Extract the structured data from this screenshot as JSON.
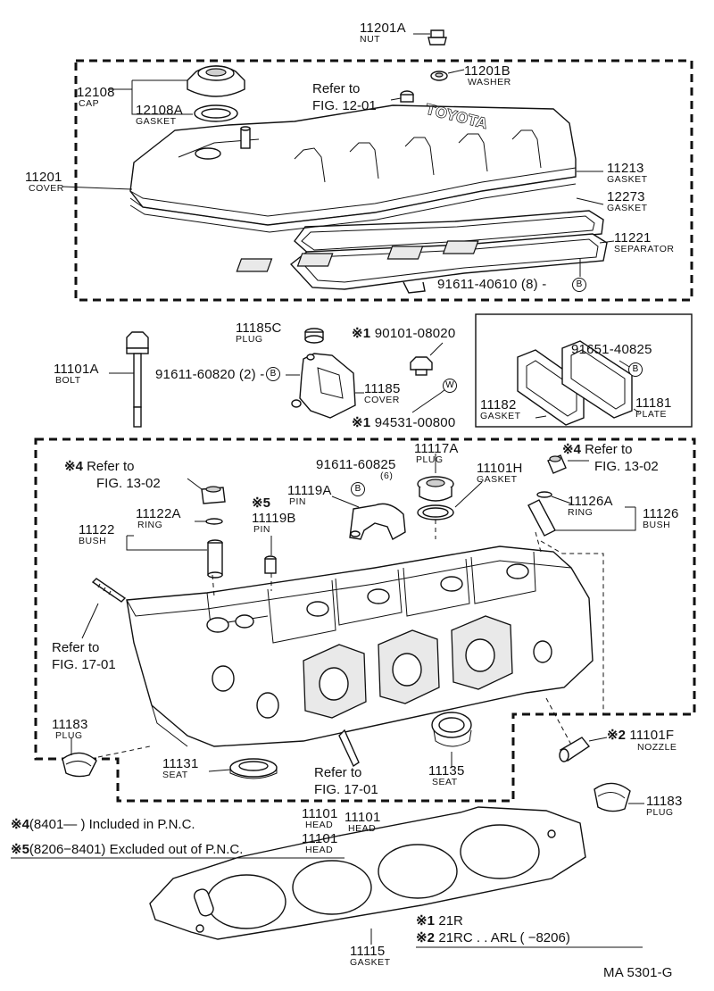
{
  "parts": {
    "p11201A": {
      "num": "11201A",
      "name": "NUT"
    },
    "p11201B": {
      "num": "11201B",
      "name": "WASHER"
    },
    "p12108": {
      "num": "12108",
      "name": "CAP"
    },
    "p12108A": {
      "num": "12108A",
      "name": "GASKET"
    },
    "p11201": {
      "num": "11201",
      "name": "COVER"
    },
    "p11213": {
      "num": "11213",
      "name": "GASKET"
    },
    "p12273": {
      "num": "12273",
      "name": "GASKET"
    },
    "p11221": {
      "num": "11221",
      "name": "SEPARATOR"
    },
    "p91611_40610": {
      "num": "91611-40610 (8)",
      "circle": "B"
    },
    "p11185C": {
      "num": "11185C",
      "name": "PLUG"
    },
    "p90101": {
      "mark": "※1",
      "num": "90101-08020"
    },
    "p91651": {
      "num": "91651-40825",
      "circle": "B"
    },
    "p11101A": {
      "num": "11101A",
      "name": "BOLT"
    },
    "p91611_60820": {
      "num": "91611-60820 (2)",
      "circle": "B"
    },
    "p11185": {
      "num": "11185",
      "name": "COVER"
    },
    "p94531": {
      "mark": "※1",
      "num": "94531-00800",
      "circle": "W"
    },
    "p11182": {
      "num": "11182",
      "name": "GASKET"
    },
    "p11181": {
      "num": "11181",
      "name": "PLATE"
    },
    "p11117A": {
      "num": "11117A",
      "name": "PLUG"
    },
    "p91611_60825": {
      "num": "91611-60825",
      "qty": "(6)",
      "circle": "B"
    },
    "p11101H": {
      "num": "11101H",
      "name": "GASKET"
    },
    "p11119A": {
      "num": "11119A",
      "name": "PIN"
    },
    "p11119B": {
      "mark": "※5",
      "num": "11119B",
      "name": "PIN"
    },
    "p11122A": {
      "num": "11122A",
      "name": "RING"
    },
    "p11122": {
      "num": "11122",
      "name": "BUSH"
    },
    "p11126A": {
      "num": "11126A",
      "name": "RING"
    },
    "p11126": {
      "num": "11126",
      "name": "BUSH"
    },
    "p11183a": {
      "num": "11183",
      "name": "PLUG"
    },
    "p11183b": {
      "num": "11183",
      "name": "PLUG"
    },
    "p11131": {
      "num": "11131",
      "name": "SEAT"
    },
    "p11135": {
      "num": "11135",
      "name": "SEAT"
    },
    "p11101F": {
      "mark": "※2",
      "num": "11101F",
      "name": "NOZZLE"
    },
    "p11101": {
      "num": "11101",
      "name": "HEAD"
    },
    "p11115": {
      "num": "11115",
      "name": "GASKET"
    }
  },
  "refs": {
    "r12_01": {
      "line1": "Refer to",
      "line2": "FIG. 12-01"
    },
    "r13_02a": {
      "mark": "※4",
      "line1": "Refer to",
      "line2": "FIG. 13-02"
    },
    "r13_02b": {
      "mark": "※4",
      "line1": "Refer to",
      "line2": "FIG. 13-02"
    },
    "r17_01a": {
      "line1": "Refer to",
      "line2": "FIG. 17-01"
    },
    "r17_01b": {
      "line1": "Refer to",
      "line2": "FIG. 17-01"
    }
  },
  "notes": {
    "n4": {
      "mark": "※4",
      "text": "(8401—      ) Included in P.N.C.",
      "num": "11101",
      "name": "HEAD"
    },
    "n5": {
      "mark": "※5",
      "text": "(8206−8401) Excluded out of P.N.C.",
      "num": "11101",
      "name": "HEAD"
    },
    "m1": {
      "mark": "※1",
      "text": "21R"
    },
    "m2": {
      "mark": "※2",
      "text": "21RC . . ARL (        −8206)"
    }
  },
  "figure_id": "MA  5301-G"
}
